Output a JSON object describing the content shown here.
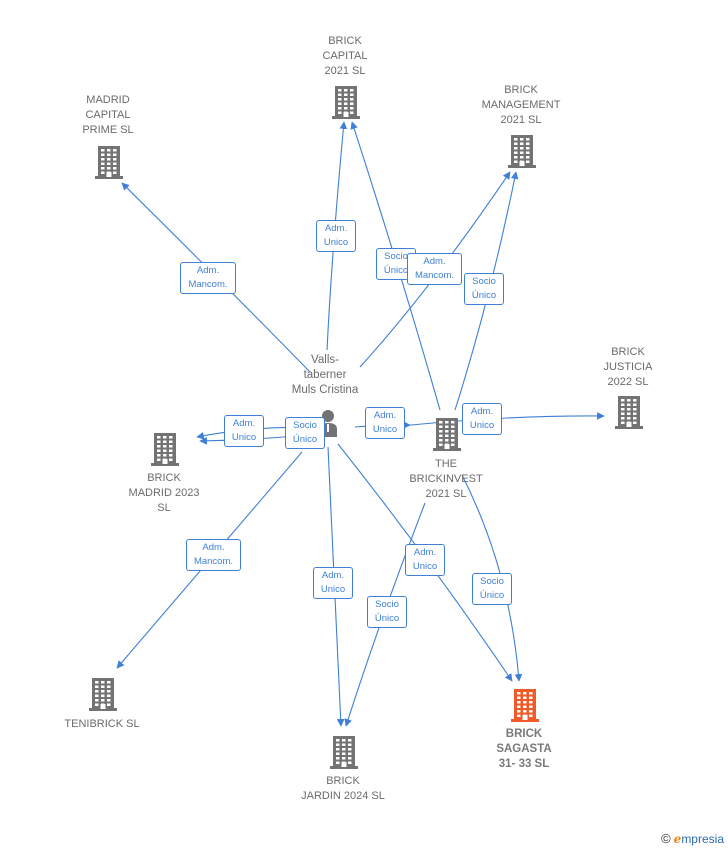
{
  "person": {
    "label": "Valls-\ntaberner\nMuls Cristina"
  },
  "companies": [
    {
      "id": "madrid_capital",
      "label": "MADRID\nCAPITAL\nPRIME  SL"
    },
    {
      "id": "brick_capital",
      "label": "BRICK\nCAPITAL\n2021  SL"
    },
    {
      "id": "brick_management",
      "label": "BRICK\nMANAGEMENT\n2021  SL"
    },
    {
      "id": "brick_justicia",
      "label": "BRICK\nJUSTICIA\n2022  SL"
    },
    {
      "id": "brick_madrid",
      "label": "BRICK\nMADRID 2023\nSL"
    },
    {
      "id": "the_brickinvest",
      "label": "THE\nBRICKINVEST\n2021  SL"
    },
    {
      "id": "tenibrick",
      "label": "TENIBRICK  SL"
    },
    {
      "id": "brick_jardin",
      "label": "BRICK\nJARDIN 2024  SL"
    },
    {
      "id": "brick_sagasta",
      "label": "BRICK\nSAGASTA\n31- 33  SL",
      "highlight": true
    }
  ],
  "edges": [
    {
      "id": "e1",
      "label": "Adm.\nMancom."
    },
    {
      "id": "e2",
      "label": "Adm.\nUnico"
    },
    {
      "id": "e3",
      "label": "Socio\nÚnico"
    },
    {
      "id": "e4",
      "label": "Adm.\nMancom."
    },
    {
      "id": "e5",
      "label": "Socio\nÚnico"
    },
    {
      "id": "e6",
      "label": "Adm.\nUnico"
    },
    {
      "id": "e7",
      "label": "Socio\nÚnico"
    },
    {
      "id": "e8",
      "label": "Adm.\nUnico"
    },
    {
      "id": "e9",
      "label": "Adm.\nUnico"
    },
    {
      "id": "e10",
      "label": "Adm.\nMancom."
    },
    {
      "id": "e11",
      "label": "Adm.\nUnico"
    },
    {
      "id": "e12",
      "label": "Socio\nÚnico"
    },
    {
      "id": "e13",
      "label": "Adm.\nUnico"
    },
    {
      "id": "e14",
      "label": "Socio\nÚnico"
    }
  ],
  "colors": {
    "edge": "#3f7fd6",
    "building": "#737373",
    "highlight": "#f05a28"
  },
  "footer": {
    "copyright": "©",
    "brand_e": "e",
    "brand_rest": "mpresia"
  }
}
